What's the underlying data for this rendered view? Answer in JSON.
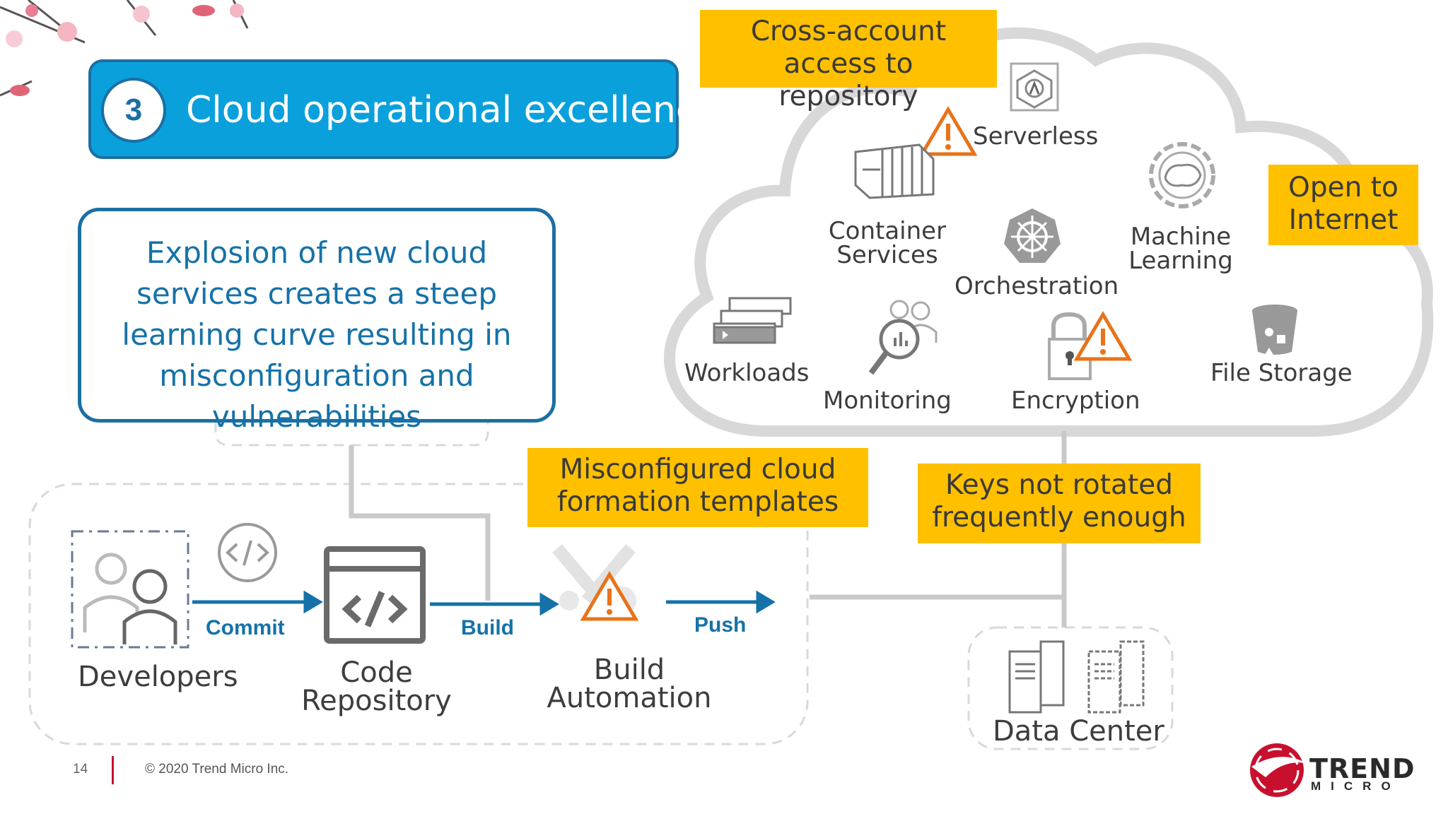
{
  "title": {
    "number": "3",
    "text": "Cloud operational excellence"
  },
  "explosion_text": "Explosion of new cloud services creates a steep learning curve resulting in misconfiguration and vulnerabilities",
  "callouts": {
    "cross_account": "Cross-account access to repository",
    "open_internet": "Open to Internet",
    "misconfigured": "Misconfigured cloud formation templates",
    "keys": "Keys not rotated frequently enough"
  },
  "services": {
    "serverless": "Serverless",
    "container": "Container Services",
    "orchestration": "Orchestration",
    "machine_learning": "Machine Learning",
    "workloads": "Workloads",
    "monitoring": "Monitoring",
    "encryption": "Encryption",
    "file_storage": "File Storage"
  },
  "pipeline": {
    "developers": "Developers",
    "code_repository": "Code Repository",
    "build_automation": "Build Automation",
    "data_center": "Data Center",
    "commit": "Commit",
    "build": "Build",
    "push": "Push"
  },
  "footer": {
    "page_number": "14",
    "copyright": "© 2020 Trend Micro Inc."
  },
  "logo": {
    "line1": "TREND",
    "line2": "MICRO"
  },
  "colors": {
    "callout": "#FFC000",
    "title_bg": "#0AA0DC",
    "accent_blue": "#1572a8",
    "warning": "#E8731A",
    "logo_red": "#c8102e"
  }
}
